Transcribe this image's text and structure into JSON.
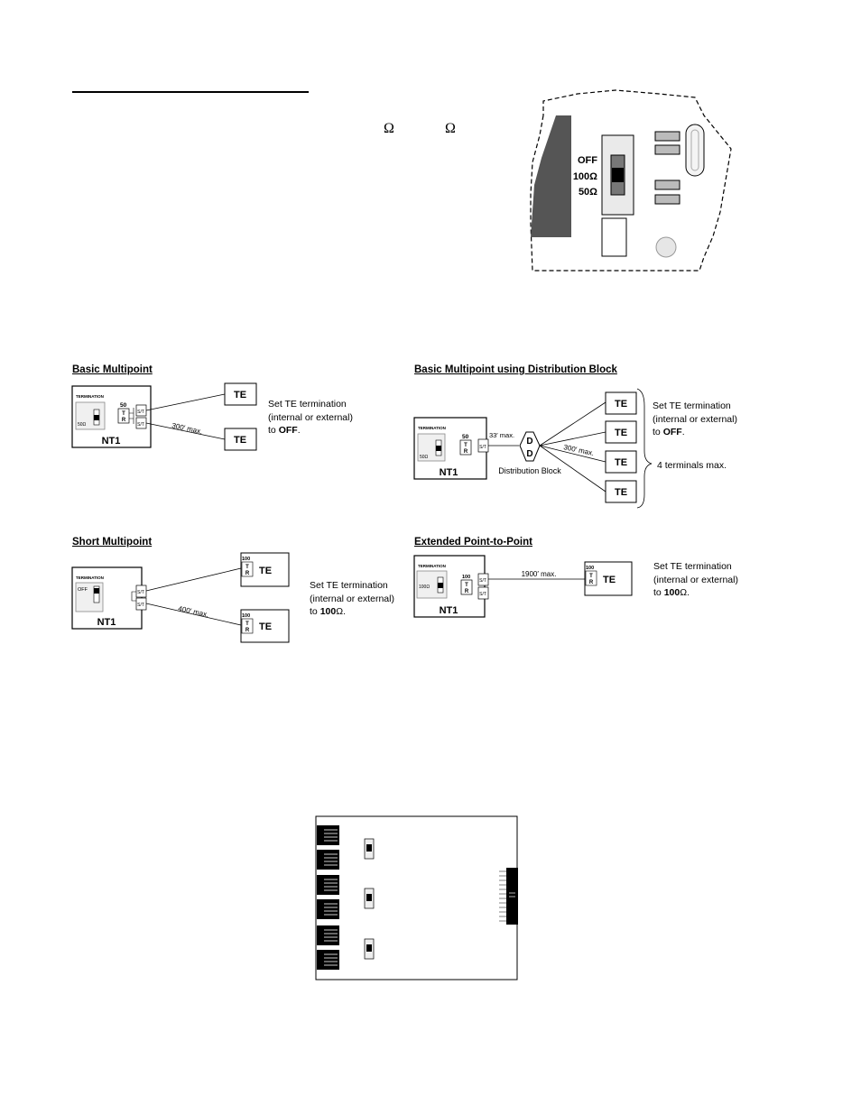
{
  "omegas": [
    "Ω",
    "Ω"
  ],
  "switch_detail": {
    "labels": [
      "OFF",
      "100Ω",
      "50Ω"
    ]
  },
  "diagrams": {
    "basic_multipoint": {
      "title": "Basic Multipoint",
      "termination_label": "TERMINATION",
      "switch_label": "50Ω",
      "nt1": "NT1",
      "res_label": "50",
      "t": "T",
      "r": "R",
      "st": "S/T",
      "distance": "300′ max.",
      "te": "TE",
      "note_line1": "Set TE termination",
      "note_line2": "(internal or external)",
      "note_prefix": "to ",
      "note_value": "OFF",
      "note_suffix": "."
    },
    "distribution_block": {
      "title": "Basic Multipoint using Distribution Block",
      "termination_label": "TERMINATION",
      "switch_label": "50Ω",
      "nt1": "NT1",
      "res_label": "50",
      "t": "T",
      "r": "R",
      "st": "S/T",
      "short_distance": "33′ max.",
      "block_letter": "D",
      "block_label": "Distribution Block",
      "distance": "300′ max.",
      "te": "TE",
      "note_line1": "Set TE termination",
      "note_line2": "(internal or external)",
      "note_prefix": "to ",
      "note_value": "OFF",
      "note_suffix": ".",
      "terminals_note": "4 terminals max."
    },
    "short_multipoint": {
      "title": "Short Multipoint",
      "termination_label": "TERMINATION",
      "switch_label": "OFF",
      "nt1": "NT1",
      "st": "S/T",
      "distance": "400′ max.",
      "te_res": "100",
      "t": "T",
      "r": "R",
      "te": "TE",
      "note_line1": "Set TE termination",
      "note_line2": "(internal or external)",
      "note_prefix": "to ",
      "note_value": "100",
      "note_suffix": "Ω."
    },
    "extended_point_to_point": {
      "title": "Extended Point-to-Point",
      "termination_label": "TERMINATION",
      "switch_label": "100Ω",
      "nt1": "NT1",
      "res_label": "100",
      "t": "T",
      "r": "R",
      "st": "S/T",
      "distance": "1900′ max.",
      "te_res": "100",
      "te": "TE",
      "note_line1": "Set TE termination",
      "note_line2": "(internal or external)",
      "note_prefix": "to ",
      "note_value": "100",
      "note_suffix": "Ω."
    }
  }
}
